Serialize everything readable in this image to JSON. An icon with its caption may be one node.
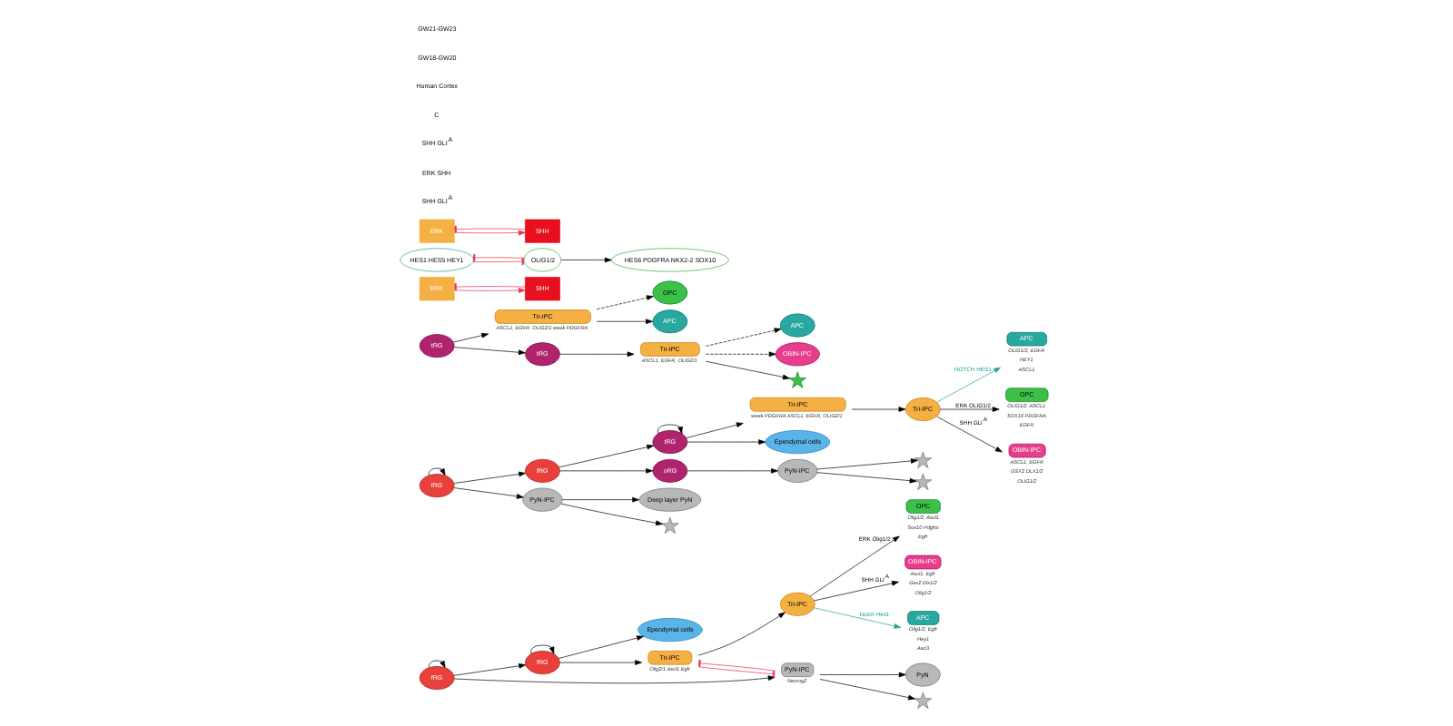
{
  "diagram": {
    "nodes": [
      {
        "text": [
          "fRG"
        ]
      },
      {
        "text": [
          "fRG"
        ]
      },
      {
        "text": [
          "PyN-IPC"
        ],
        "beside": [
          "Neurog2"
        ]
      },
      {
        "text": [
          "PyN"
        ]
      },
      {
        "text": [],
        "shape": "picture"
      },
      {
        "text": [
          "Tri-IPC"
        ],
        "beside": [
          "Olig2/1 Ascl1 Egfr"
        ]
      },
      {
        "text": [
          "Tri-IPC"
        ]
      },
      {
        "text": [
          "APC"
        ],
        "beside": [
          "Olig1/2, Egfr",
          "Hey1",
          "Ascl1"
        ]
      },
      {
        "text": [
          "OPC"
        ],
        "beside": [
          "Olig1/2, Ascl1",
          "Sox10 Pdgfra",
          "Egfr"
        ]
      },
      {
        "text": [
          "OBIN-IPC"
        ],
        "beside": [
          "Ascl1, Egfr",
          "Gsx2 Dlx1/2",
          "Olig1/2"
        ]
      },
      {
        "text": [
          "Ependymal cells"
        ]
      },
      {
        "text": [
          "fRG"
        ]
      },
      {
        "text": [
          "fRG"
        ]
      },
      {
        "text": [
          "tRG"
        ]
      },
      {
        "text": [
          "oRG"
        ]
      },
      {
        "text": [
          "PyN-IPC"
        ]
      },
      {
        "text": [
          "Deep layer PyN"
        ]
      },
      {
        "text": [],
        "shape": "picture"
      },
      {
        "text": [
          "PyN-IPC"
        ]
      },
      {
        "text": [],
        "shape": "picture"
      },
      {
        "text": [],
        "shape": "picture"
      },
      {
        "text": [
          "Tri-IPC"
        ],
        "beside": [
          "weak PDGFRA ASCL1, EGFR, OLIG2/1"
        ]
      },
      {
        "text": [
          "Tri-IPC"
        ]
      },
      {
        "text": [
          "APC"
        ],
        "beside": [
          "OLIG1/2, EGFR",
          "HEY1",
          "ASCL1"
        ]
      },
      {
        "text": [
          "OPC"
        ],
        "beside": [
          "OLIG1/2, ASCL1",
          "SOX10 PDGFRA",
          "EGFR"
        ]
      },
      {
        "text": [
          "OBIN-IPC"
        ],
        "beside": [
          "ASCL1, EGFR",
          "GSX2 DLX1/2",
          "OLIG1/2"
        ]
      },
      {
        "text": [
          "Ependymal cells"
        ]
      },
      {
        "text": [
          "tRG"
        ]
      },
      {
        "text": [
          "ERK"
        ]
      },
      {
        "text": [
          "SHH"
        ]
      },
      {
        "text": [
          "Tri-IPC"
        ],
        "beside": [
          "ASCL1, EGFR, OLIG2/1 weak PDGFRA"
        ]
      },
      {
        "text": [
          "OPC"
        ]
      },
      {
        "text": [
          "HES1 HES5 HEY1"
        ]
      },
      {
        "text": [
          "APC"
        ]
      },
      {
        "text": [
          "tRG"
        ]
      },
      {
        "text": [
          "ERK"
        ]
      },
      {
        "text": [
          "SHH"
        ]
      },
      {
        "text": [
          "Tri-IPC"
        ],
        "beside": [
          "ASCL1, EGFR, OLIG2/1"
        ]
      },
      {
        "text": [
          "APC"
        ]
      },
      {
        "text": [
          "OBIN-IPC"
        ]
      },
      {
        "text": [
          "OLIG1/2"
        ]
      },
      {
        "text": [
          "HES6 PDGFRA NKX2-2 SOX10"
        ]
      },
      {
        "text": [],
        "shape": "picture"
      }
    ],
    "edges": [
      {
        "from": 0,
        "to": 1,
        "arrow": "to"
      },
      {
        "from": 0,
        "to": 0,
        "arrow": "to"
      },
      {
        "from": 0,
        "to": 2,
        "arrow": "to"
      },
      {
        "from": 2,
        "to": 3,
        "arrow": "to"
      },
      {
        "from": 2,
        "to": 4,
        "arrow": "to"
      },
      {
        "from": 2,
        "to": 5,
        "arrow": "other",
        "color": "#e8304a"
      },
      {
        "from": 5,
        "to": 2,
        "arrow": "other",
        "color": "#e8304a"
      },
      {
        "from": 1,
        "to": 1,
        "arrow": "to"
      },
      {
        "from": 1,
        "to": 5,
        "arrow": "to"
      },
      {
        "from": 1,
        "to": 10,
        "arrow": "to"
      },
      {
        "from": 5,
        "to": 6,
        "arrow": "to"
      },
      {
        "from": 6,
        "to": 7,
        "arrow": "to",
        "label": "Notch Hes1",
        "color": "#1fa39a"
      },
      {
        "from": 6,
        "to": 8,
        "arrow": "to",
        "label": "ERK Olig1/2"
      },
      {
        "from": 6,
        "to": 9,
        "arrow": "to",
        "label": "SHH GLI$^{A}$"
      },
      {
        "from": 11,
        "to": 12,
        "arrow": "to"
      },
      {
        "from": 11,
        "to": 11,
        "arrow": "to"
      },
      {
        "from": 11,
        "to": 15,
        "arrow": "to"
      },
      {
        "from": 15,
        "to": 16,
        "arrow": "to"
      },
      {
        "from": 15,
        "to": 17,
        "arrow": "to"
      },
      {
        "from": 12,
        "to": 14,
        "arrow": "to"
      },
      {
        "from": 12,
        "to": 13,
        "arrow": "to"
      },
      {
        "from": 14,
        "to": 18,
        "arrow": "to"
      },
      {
        "from": 18,
        "to": 19,
        "arrow": "to"
      },
      {
        "from": 18,
        "to": 20,
        "arrow": "to"
      },
      {
        "from": 13,
        "to": 13,
        "arrow": "to"
      },
      {
        "from": 13,
        "to": 21,
        "arrow": "to"
      },
      {
        "from": 13,
        "to": 26,
        "arrow": "to"
      },
      {
        "from": 21,
        "to": 22,
        "arrow": "to"
      },
      {
        "from": 22,
        "to": 23,
        "arrow": "to",
        "label": "NOTCH HES1",
        "color": "#1fa39a"
      },
      {
        "from": 22,
        "to": 24,
        "arrow": "to",
        "label": "ERK OLIG1/2"
      },
      {
        "from": 22,
        "to": 25,
        "arrow": "to",
        "label": "SHH GLI$^{A}$"
      },
      {
        "from": 27,
        "to": 30,
        "arrow": "to"
      },
      {
        "from": 28,
        "to": 29,
        "arrow": "to",
        "color": "#e8304a"
      },
      {
        "from": 29,
        "to": 28,
        "arrow": "other",
        "color": "#e8304a"
      },
      {
        "from": 30,
        "to": 31,
        "arrow": "to",
        "style": "dashed"
      },
      {
        "from": 30,
        "to": 33,
        "arrow": "to"
      },
      {
        "from": 27,
        "to": 34,
        "arrow": "to"
      },
      {
        "from": 34,
        "to": 37,
        "arrow": "to"
      },
      {
        "from": 35,
        "to": 36,
        "arrow": "to",
        "color": "#e8304a"
      },
      {
        "from": 36,
        "to": 35,
        "arrow": "other",
        "color": "#e8304a"
      },
      {
        "from": 37,
        "to": 38,
        "arrow": "to",
        "style": "dashed"
      },
      {
        "from": 37,
        "to": 39,
        "arrow": "to",
        "style": "dashed"
      },
      {
        "from": 37,
        "to": 42,
        "arrow": "to"
      },
      {
        "from": 32,
        "to": 40,
        "arrow": "other",
        "color": "#e8304a"
      },
      {
        "from": 40,
        "to": 32,
        "arrow": "other",
        "color": "#e8304a"
      },
      {
        "from": 40,
        "to": 41,
        "arrow": "to"
      }
    ],
    "labels": [
      "SHH GLI$^{A}$",
      "ERK SHH",
      "SHH GLI$^{A}$",
      "C",
      "Human Cortex",
      "GW18-GW20",
      "GW21-GW23"
    ]
  }
}
